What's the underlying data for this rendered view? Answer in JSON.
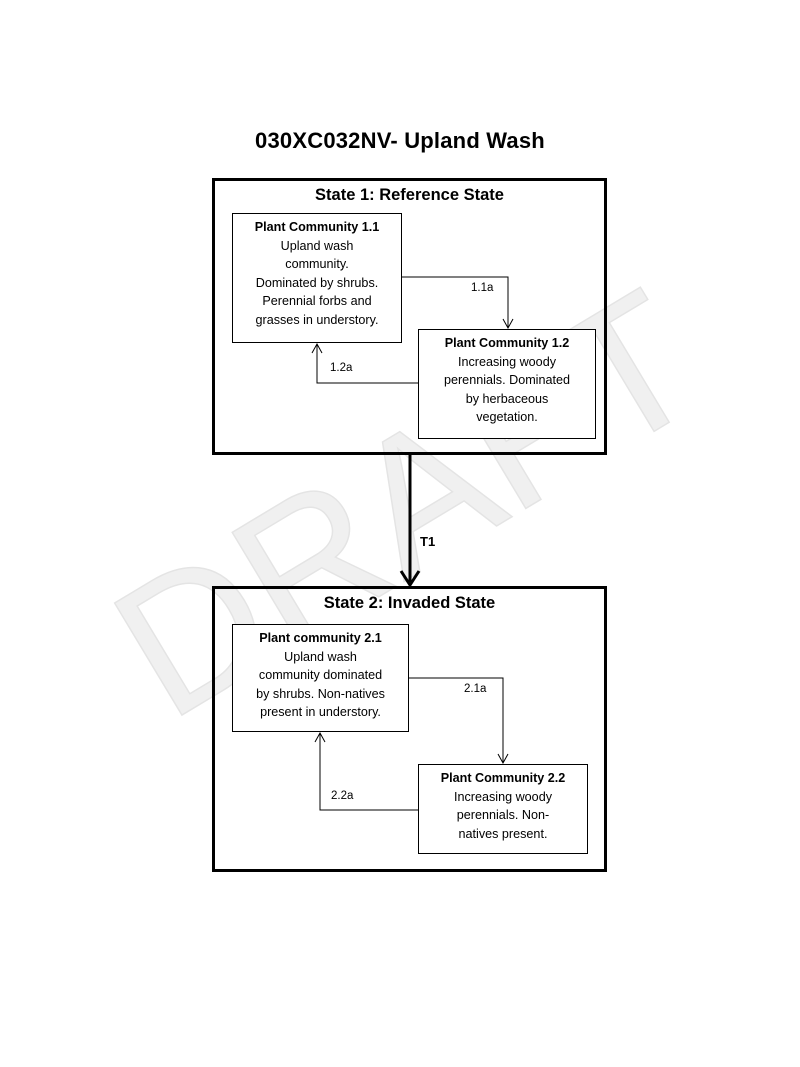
{
  "title": "030XC032NV- Upland Wash",
  "watermark": "DRAFT",
  "states": [
    {
      "title": "State 1: Reference State",
      "communities": [
        {
          "title": "Plant Community 1.1",
          "description": "Upland wash\ncommunity.\nDominated by shrubs.\nPerennial forbs and\ngrasses in understory."
        },
        {
          "title": "Plant Community 1.2",
          "description": "Increasing woody\nperennials. Dominated\nby herbaceous\nvegetation."
        }
      ],
      "pathways": [
        "1.1a",
        "1.2a"
      ]
    },
    {
      "title": "State 2: Invaded State",
      "communities": [
        {
          "title": "Plant community 2.1",
          "description": "Upland wash\ncommunity dominated\nby shrubs. Non-natives\npresent in understory."
        },
        {
          "title": "Plant Community 2.2",
          "description": "Increasing woody\nperennials. Non-\nnatives present."
        }
      ],
      "pathways": [
        "2.1a",
        "2.2a"
      ]
    }
  ],
  "transitions": [
    "T1"
  ]
}
